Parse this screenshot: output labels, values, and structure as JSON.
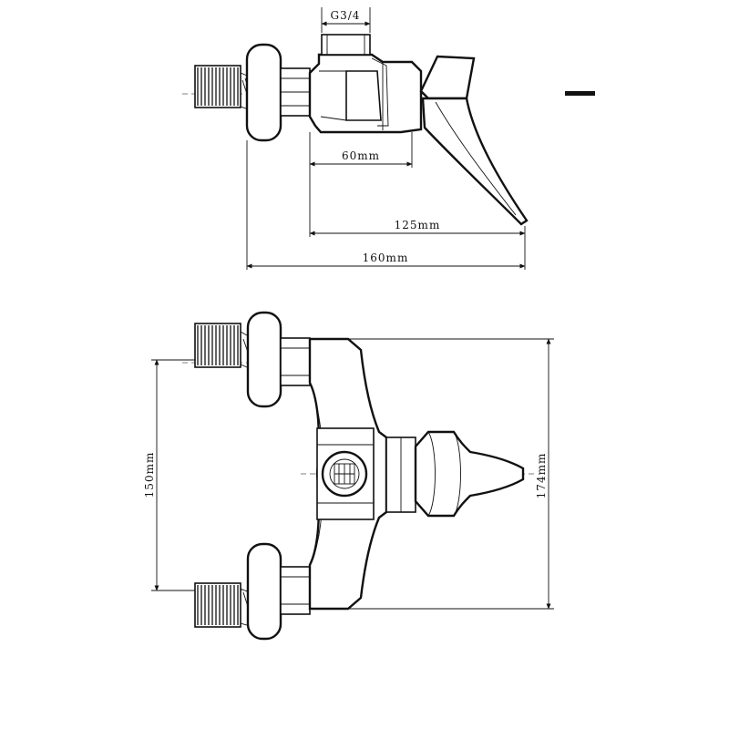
{
  "labels": {
    "thread": "G3/4",
    "dim_60": "60mm",
    "dim_125": "125mm",
    "dim_160": "160mm",
    "dim_150": "150mm",
    "dim_174": "174mm"
  },
  "colors": {
    "line": "#111111",
    "background": "#ffffff"
  }
}
